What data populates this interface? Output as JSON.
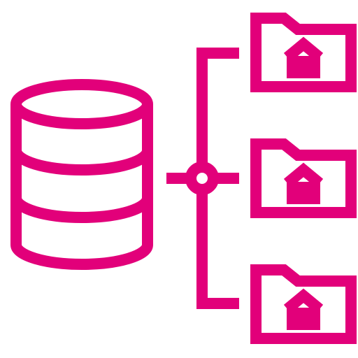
{
  "icon": {
    "name": "database-to-home-folders-icon",
    "stroke_color": "#E2007A",
    "background_color": "#FFFFFF"
  },
  "parts": {
    "database": "database-icon",
    "connector": "connector-node-icon",
    "folders": [
      {
        "name": "folder-home-icon-top"
      },
      {
        "name": "folder-home-icon-middle"
      },
      {
        "name": "folder-home-icon-bottom"
      }
    ]
  }
}
